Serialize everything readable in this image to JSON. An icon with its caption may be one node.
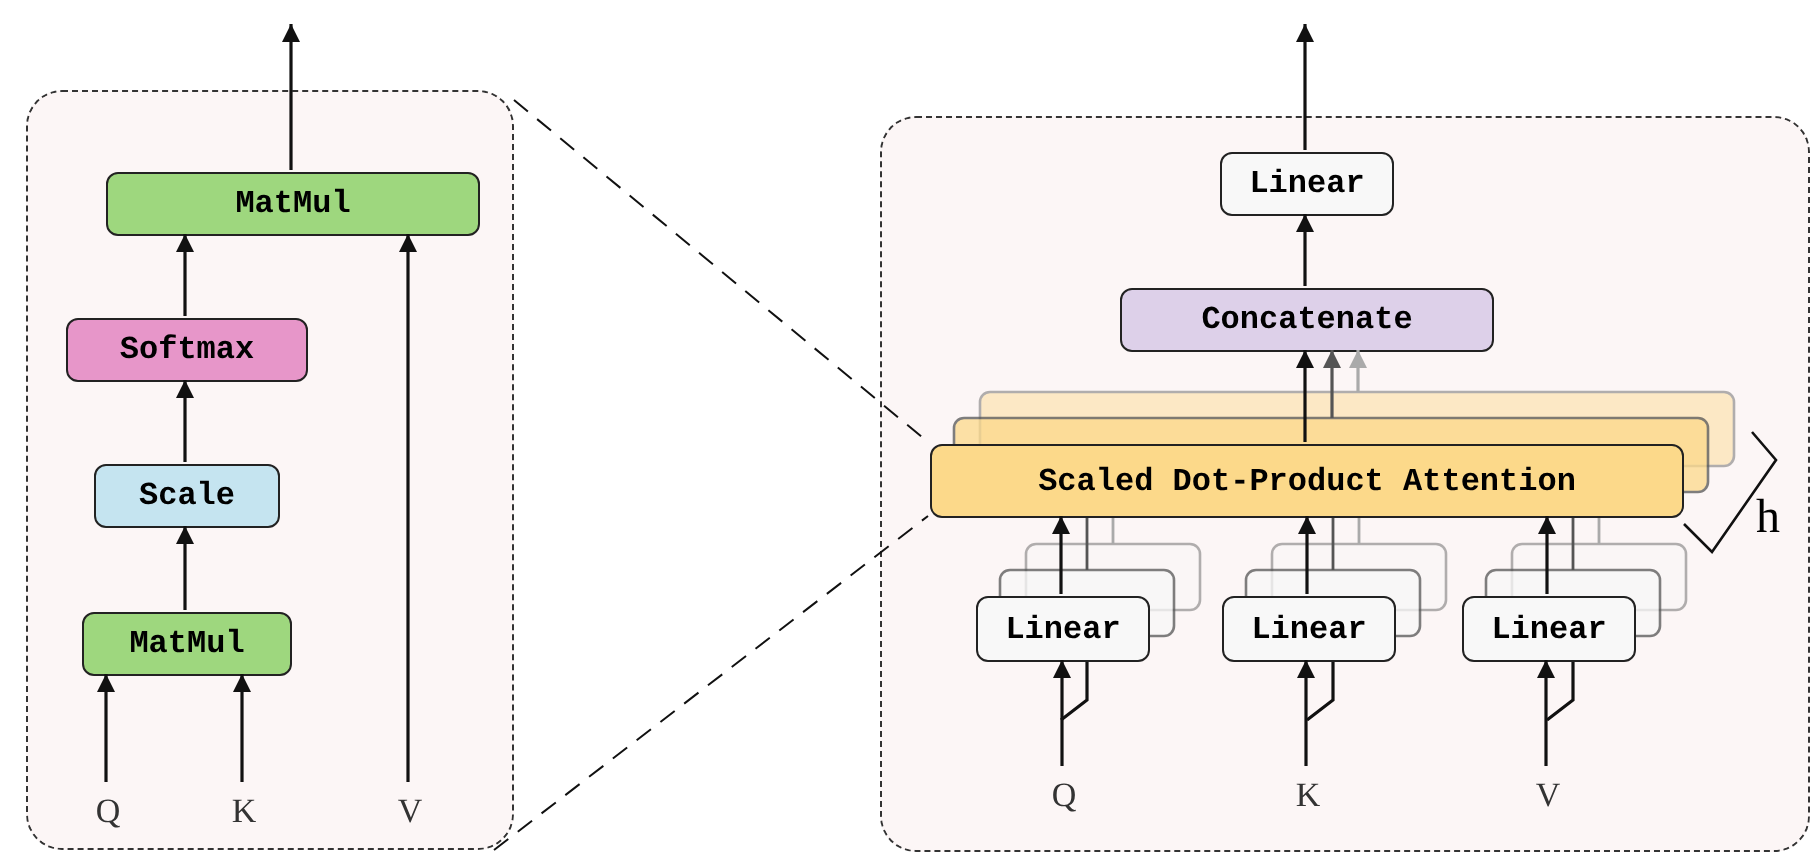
{
  "diagram": {
    "nodes": [
      {
        "text": [],
        "shape": "box"
      },
      {
        "text": [
          "MatMul"
        ],
        "in": 0
      },
      {
        "text": [
          "Softmax"
        ],
        "in": 0
      },
      {
        "text": [
          "Scale"
        ],
        "in": 0
      },
      {
        "text": [
          "MatMul"
        ],
        "in": 0
      },
      {
        "text": [
          "Q"
        ],
        "in": 0
      },
      {
        "text": [
          "K"
        ],
        "in": 0
      },
      {
        "text": [
          "V"
        ],
        "in": 0
      },
      {
        "text": [],
        "shape": "box"
      },
      {
        "text": [
          "Linear"
        ],
        "in": 8
      },
      {
        "text": [
          "Concatenate"
        ],
        "in": 8
      },
      {
        "text": [
          "Scaled Dot-Product Attention"
        ],
        "in": 8
      },
      {
        "text": [
          "Linear"
        ],
        "in": 8
      },
      {
        "text": [
          "Linear"
        ],
        "in": 8
      },
      {
        "text": [
          "Linear"
        ],
        "in": 8
      },
      {
        "text": [
          "Q"
        ],
        "in": 8
      },
      {
        "text": [
          "K"
        ],
        "in": 8
      },
      {
        "text": [
          "V"
        ],
        "in": 8
      }
    ],
    "edges": [
      {
        "from": 1,
        "to": null,
        "arrow": "to"
      },
      {
        "from": 2,
        "to": 1,
        "arrow": "to"
      },
      {
        "from": 3,
        "to": 2,
        "arrow": "to"
      },
      {
        "from": 4,
        "to": 3,
        "arrow": "to"
      },
      {
        "from": 5,
        "to": 4,
        "arrow": "to"
      },
      {
        "from": 6,
        "to": 4,
        "arrow": "to"
      },
      {
        "from": 7,
        "to": 1,
        "arrow": "to"
      },
      {
        "from": 9,
        "to": null,
        "arrow": "to"
      },
      {
        "from": 10,
        "to": 9,
        "arrow": "to"
      },
      {
        "from": 11,
        "to": 10,
        "arrow": "to"
      },
      {
        "from": 12,
        "to": 11,
        "arrow": "to"
      },
      {
        "from": 13,
        "to": 11,
        "arrow": "to"
      },
      {
        "from": 14,
        "to": 11,
        "arrow": "to"
      },
      {
        "from": 15,
        "to": 12,
        "arrow": "to"
      },
      {
        "from": 16,
        "to": 13,
        "arrow": "to"
      },
      {
        "from": 17,
        "to": 14,
        "arrow": "to"
      },
      {
        "from": 0,
        "to": 11,
        "arrow": "none",
        "style": "dashed"
      },
      {
        "from": 0,
        "to": 11,
        "arrow": "none",
        "style": "dashed"
      },
      {
        "from": null,
        "to": 10,
        "arrow": "to",
        "color": "#555555"
      },
      {
        "from": null,
        "to": 10,
        "arrow": "to",
        "color": "#aaaaaa"
      }
    ],
    "labels": [
      "h"
    ]
  }
}
